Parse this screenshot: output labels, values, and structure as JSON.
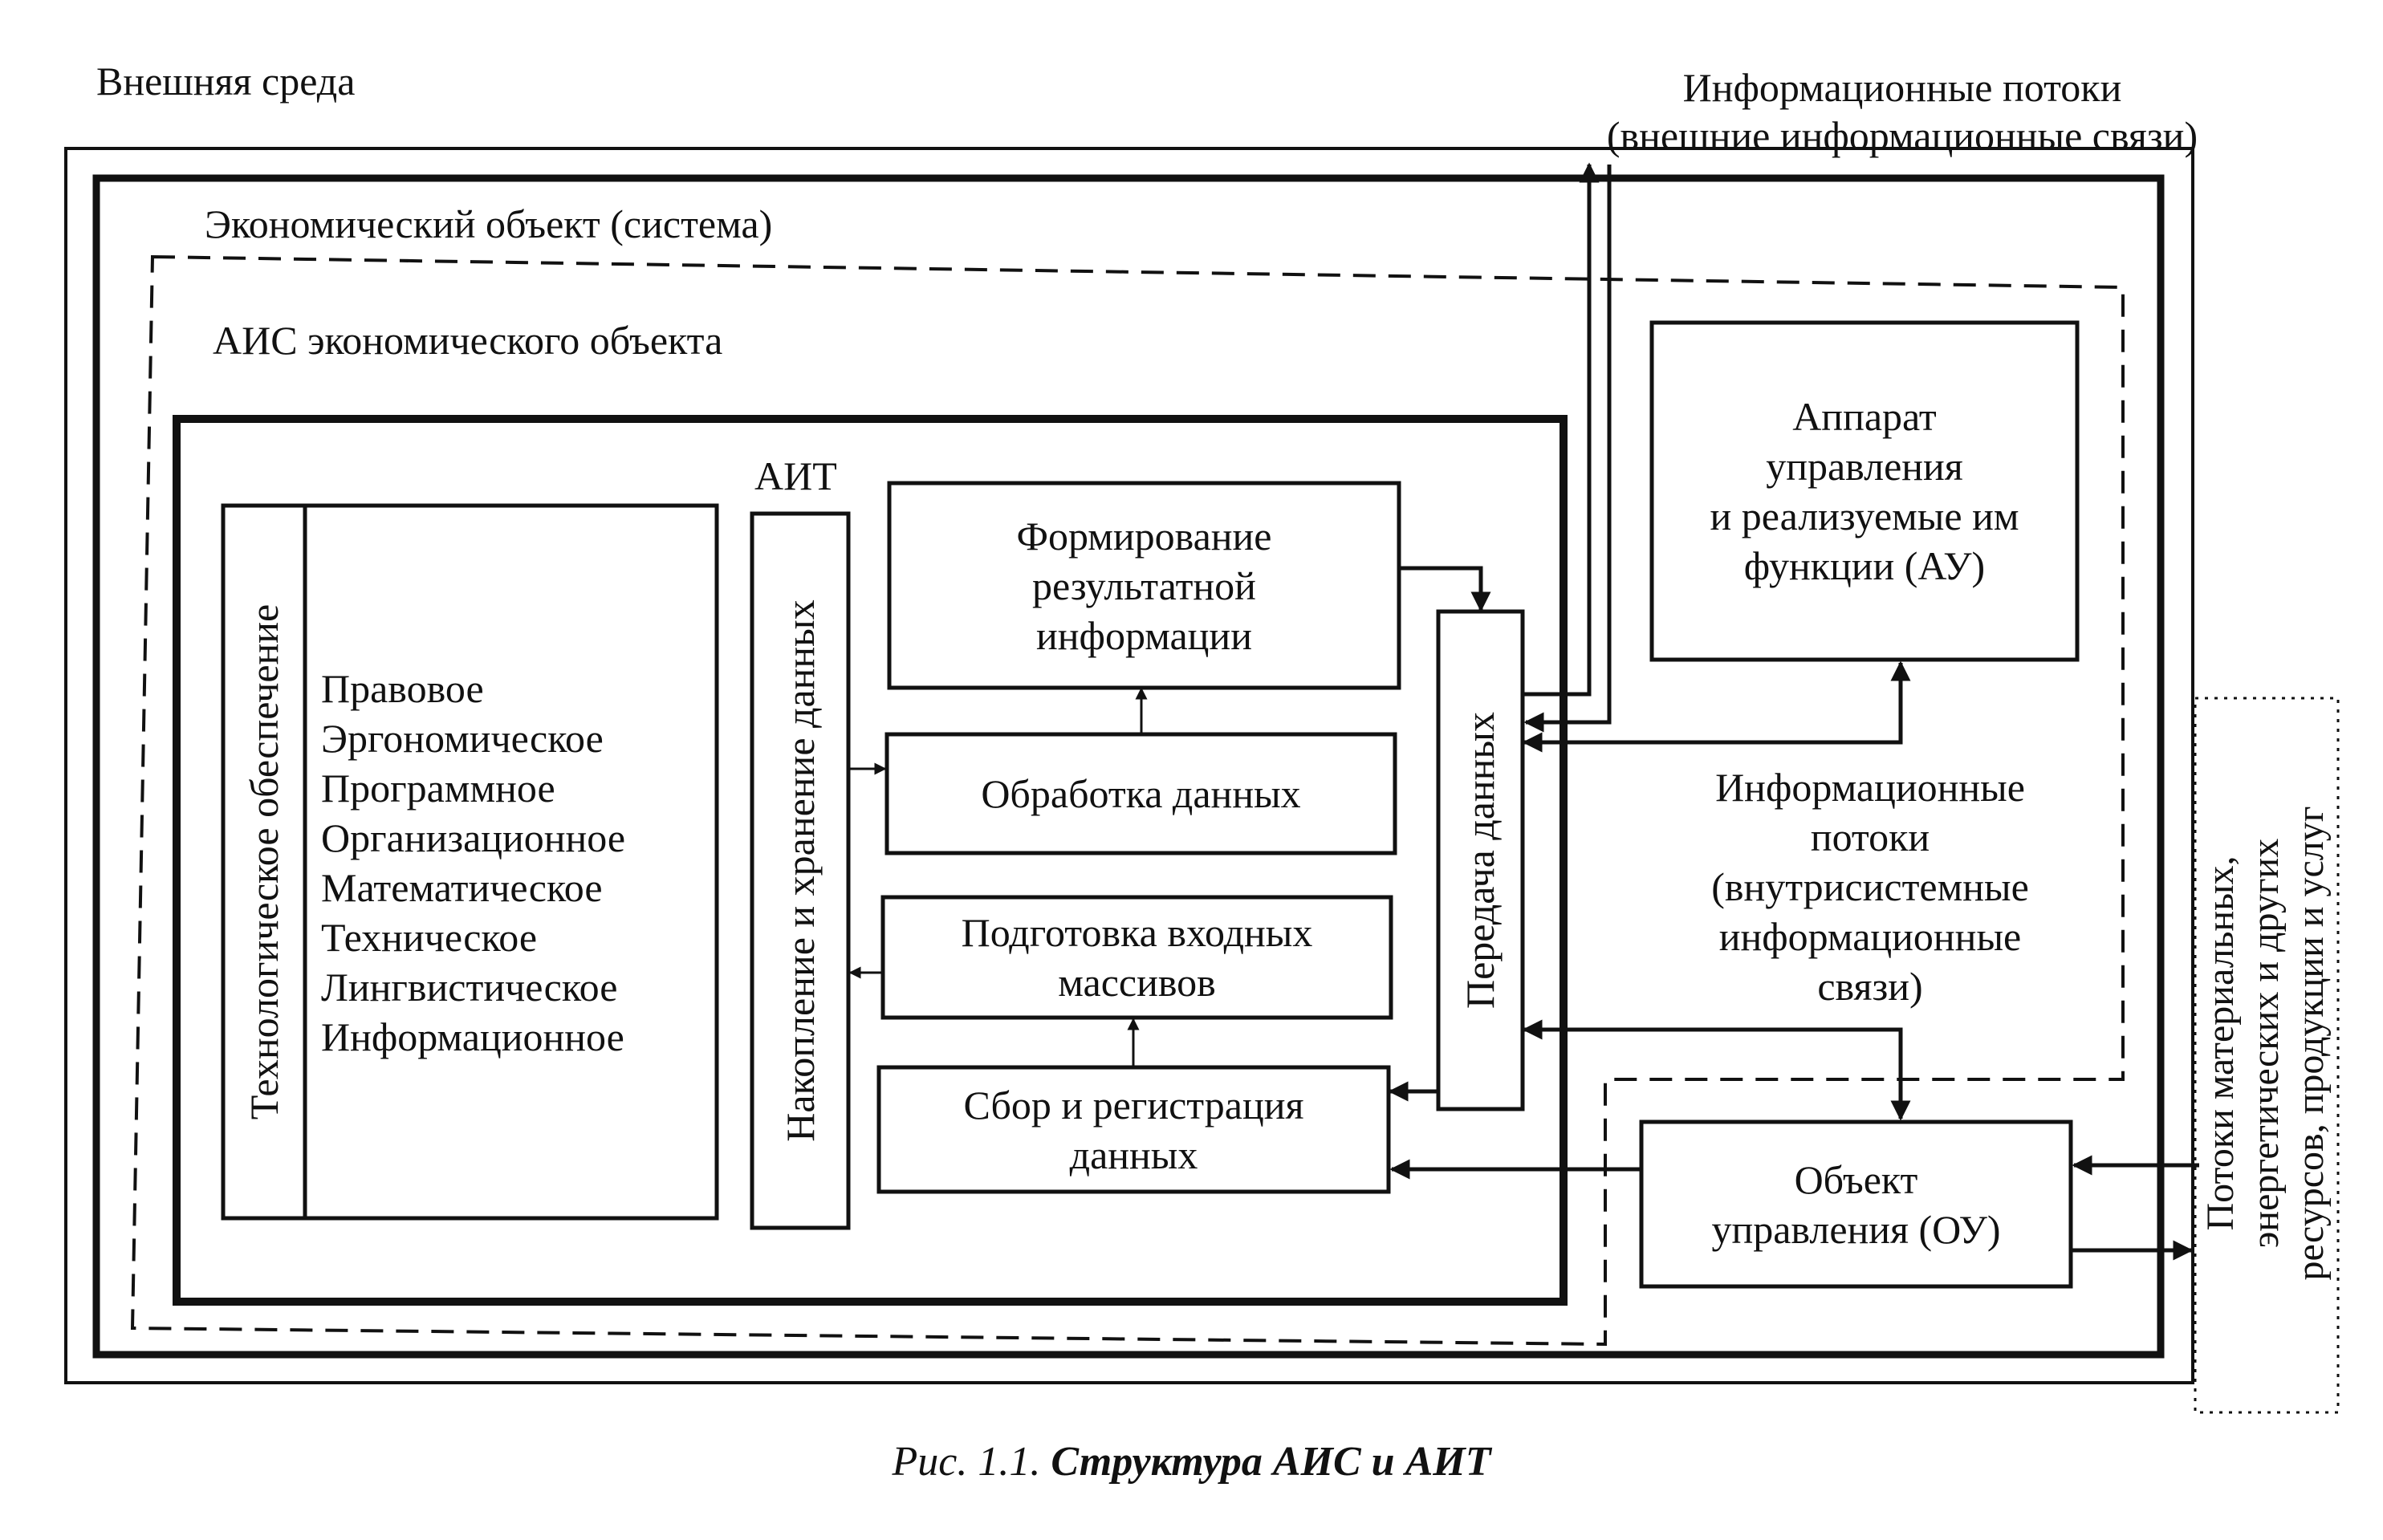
{
  "labels": {
    "external_env": "Внешняя среда",
    "info_flows_external_1": "Информационные потоки",
    "info_flows_external_2": "(внешние информационные связи)",
    "economic_object": "Экономический объект (система)",
    "ais_object": "АИС экономического объекта",
    "ait": "АИТ",
    "tech_support": "Технологическое обеспечение",
    "accumulation": "Накопление и хранение данных",
    "transfer": "Передача данных",
    "info_flows_internal": [
      "Информационные",
      "потоки",
      "(внутрисистемные",
      "информационные",
      "связи)"
    ],
    "material_flows": [
      "Потоки материальных,",
      "энергетических и других",
      "ресурсов, продукции и услуг"
    ]
  },
  "support_types": [
    "Правовое",
    "Эргономическое",
    "Программное",
    "Организационное",
    "Математическое",
    "Техническое",
    "Лингвистическое",
    "Информационное"
  ],
  "boxes": {
    "formation": [
      "Формирование",
      "результатной",
      "информации"
    ],
    "processing": [
      "Обработка данных"
    ],
    "preparation": [
      "Подготовка входных",
      "массивов"
    ],
    "collection": [
      "Сбор и регистрация",
      "данных"
    ],
    "management": [
      "Аппарат",
      "управления",
      "и реализуемые им",
      "функции (АУ)"
    ],
    "object": [
      "Объект",
      "управления (ОУ)"
    ]
  },
  "caption": {
    "prefix": "Рис. 1.1.",
    "title": "Структура АИС и АИТ"
  }
}
